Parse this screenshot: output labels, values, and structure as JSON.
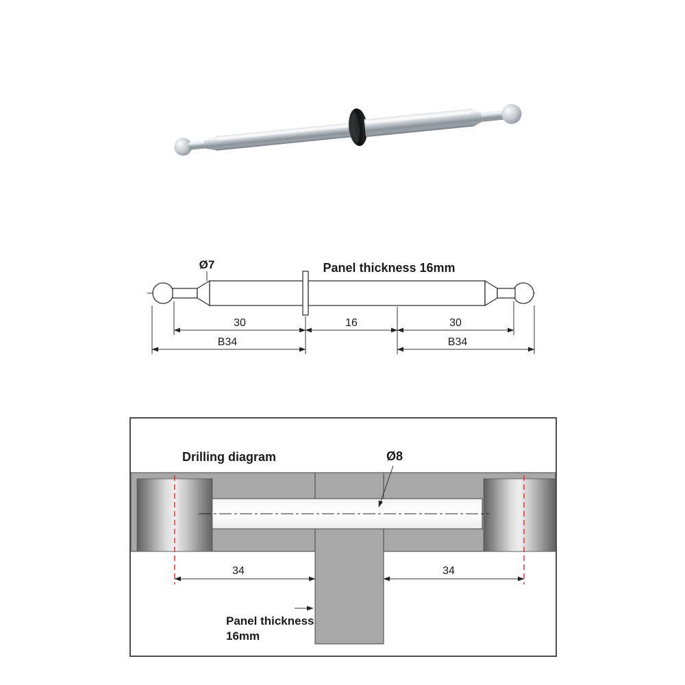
{
  "page": {
    "background": "#ffffff"
  },
  "product_photo": {
    "description": "double-ended dowel bolt with black washer"
  },
  "dimension_drawing": {
    "diameter_label": "Ø7",
    "panel_thickness_label": "Panel thickness 16mm",
    "dims": {
      "left_body": "30",
      "panel": "16",
      "right_body": "30",
      "left_overall": "B34",
      "right_overall": "B34"
    }
  },
  "drilling_diagram": {
    "title": "Drilling diagram",
    "hole_diameter_label": "Ø8",
    "dims": {
      "left_center_offset": "34",
      "right_center_offset": "34"
    },
    "panel_thickness_note": {
      "line1": "Panel thickness",
      "line2": "16mm"
    }
  },
  "colors": {
    "line": "#333333",
    "panel_gray": "#a8a8a8",
    "drill_center_red": "#e8251f",
    "washer_black": "#141517"
  }
}
